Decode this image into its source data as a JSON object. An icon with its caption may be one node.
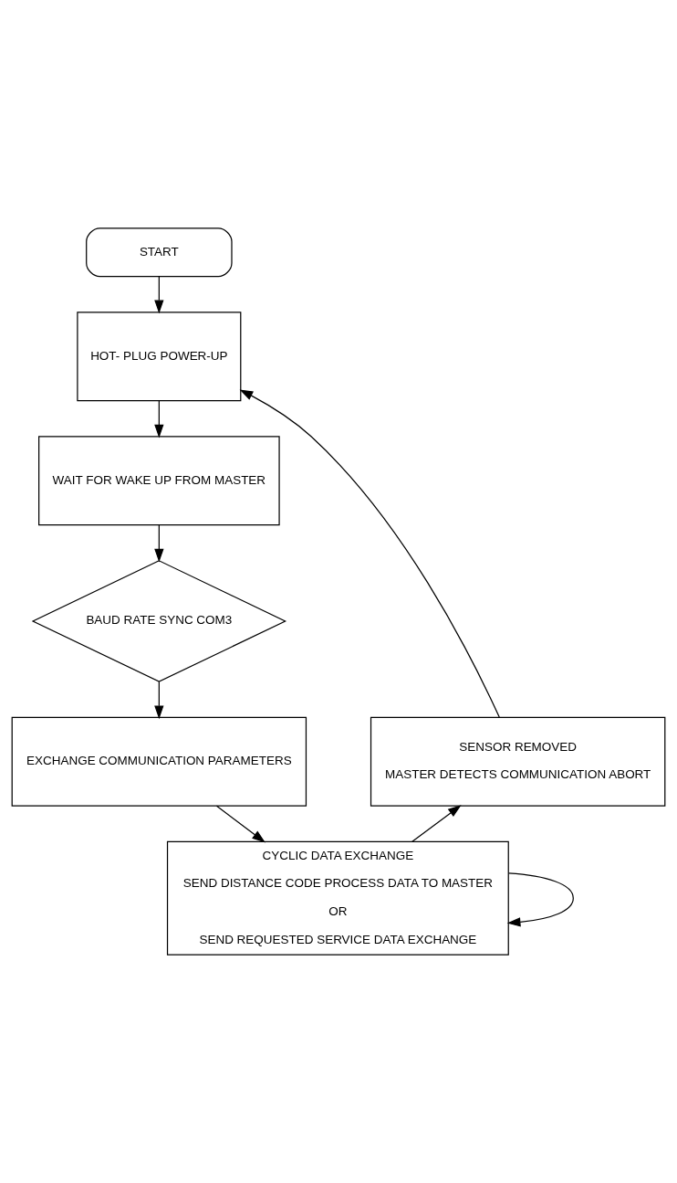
{
  "diagram": {
    "nodes": [
      {
        "text": [
          "START"
        ]
      },
      {
        "text": [
          "HOT- PLUG POWER-UP"
        ]
      },
      {
        "text": [
          "WAIT FOR WAKE UP FROM MASTER"
        ]
      },
      {
        "text": [
          "BAUD RATE SYNC COM3"
        ]
      },
      {
        "text": [
          "EXCHANGE COMMUNICATION PARAMETERS"
        ]
      },
      {
        "text": [
          "CYCLIC DATA EXCHANGE",
          "SEND DISTANCE CODE PROCESS DATA TO MASTER",
          "OR",
          "SEND REQUESTED SERVICE DATA EXCHANGE"
        ]
      },
      {
        "text": [
          "SENSOR REMOVED",
          "MASTER DETECTS COMMUNICATION ABORT"
        ]
      }
    ],
    "edges": [
      {
        "from": 0,
        "to": 1,
        "arrow": "to"
      },
      {
        "from": 1,
        "to": 2,
        "arrow": "to"
      },
      {
        "from": 2,
        "to": 3,
        "arrow": "to"
      },
      {
        "from": 3,
        "to": 4,
        "arrow": "to"
      },
      {
        "from": 4,
        "to": 5,
        "arrow": "to"
      },
      {
        "from": 5,
        "to": 5,
        "arrow": "to"
      },
      {
        "from": 5,
        "to": 6,
        "arrow": "to"
      },
      {
        "from": 6,
        "to": 1,
        "arrow": "to"
      }
    ]
  }
}
